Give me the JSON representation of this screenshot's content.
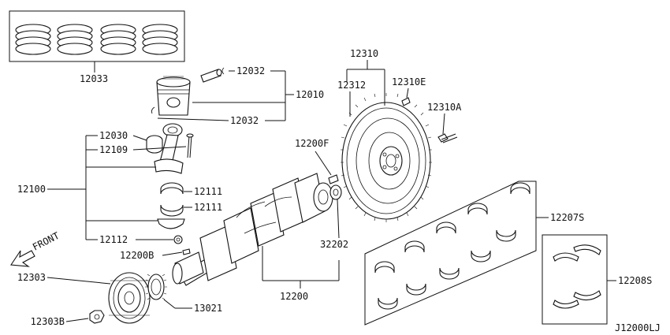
{
  "labels": {
    "piston_ring_set": "12033",
    "piston_pin_top": "12032",
    "piston_assembly": "12010",
    "piston_pin_bottom": "12032",
    "conrod_bushing": "12030",
    "conrod_bolt": "12109",
    "conrod_assembly": "12100",
    "conrod_bearing_upper": "12111",
    "conrod_bearing_lower": "12111",
    "conrod_nut": "12112",
    "front_marker": "FRONT",
    "crank_key": "12200B",
    "pulley": "12303",
    "pulley_bolt": "12303B",
    "sprocket": "13021",
    "pilot_bushing": "12200F",
    "crankshaft": "12200",
    "oil_seal": "32202",
    "flywheel": "12310",
    "ring_gear": "12312",
    "dowel_pin": "12310E",
    "flywheel_bolt": "12310A",
    "main_bearing_set": "12207S",
    "thrust_washer_set": "12208S",
    "diagram_code": "J12000LJ"
  }
}
